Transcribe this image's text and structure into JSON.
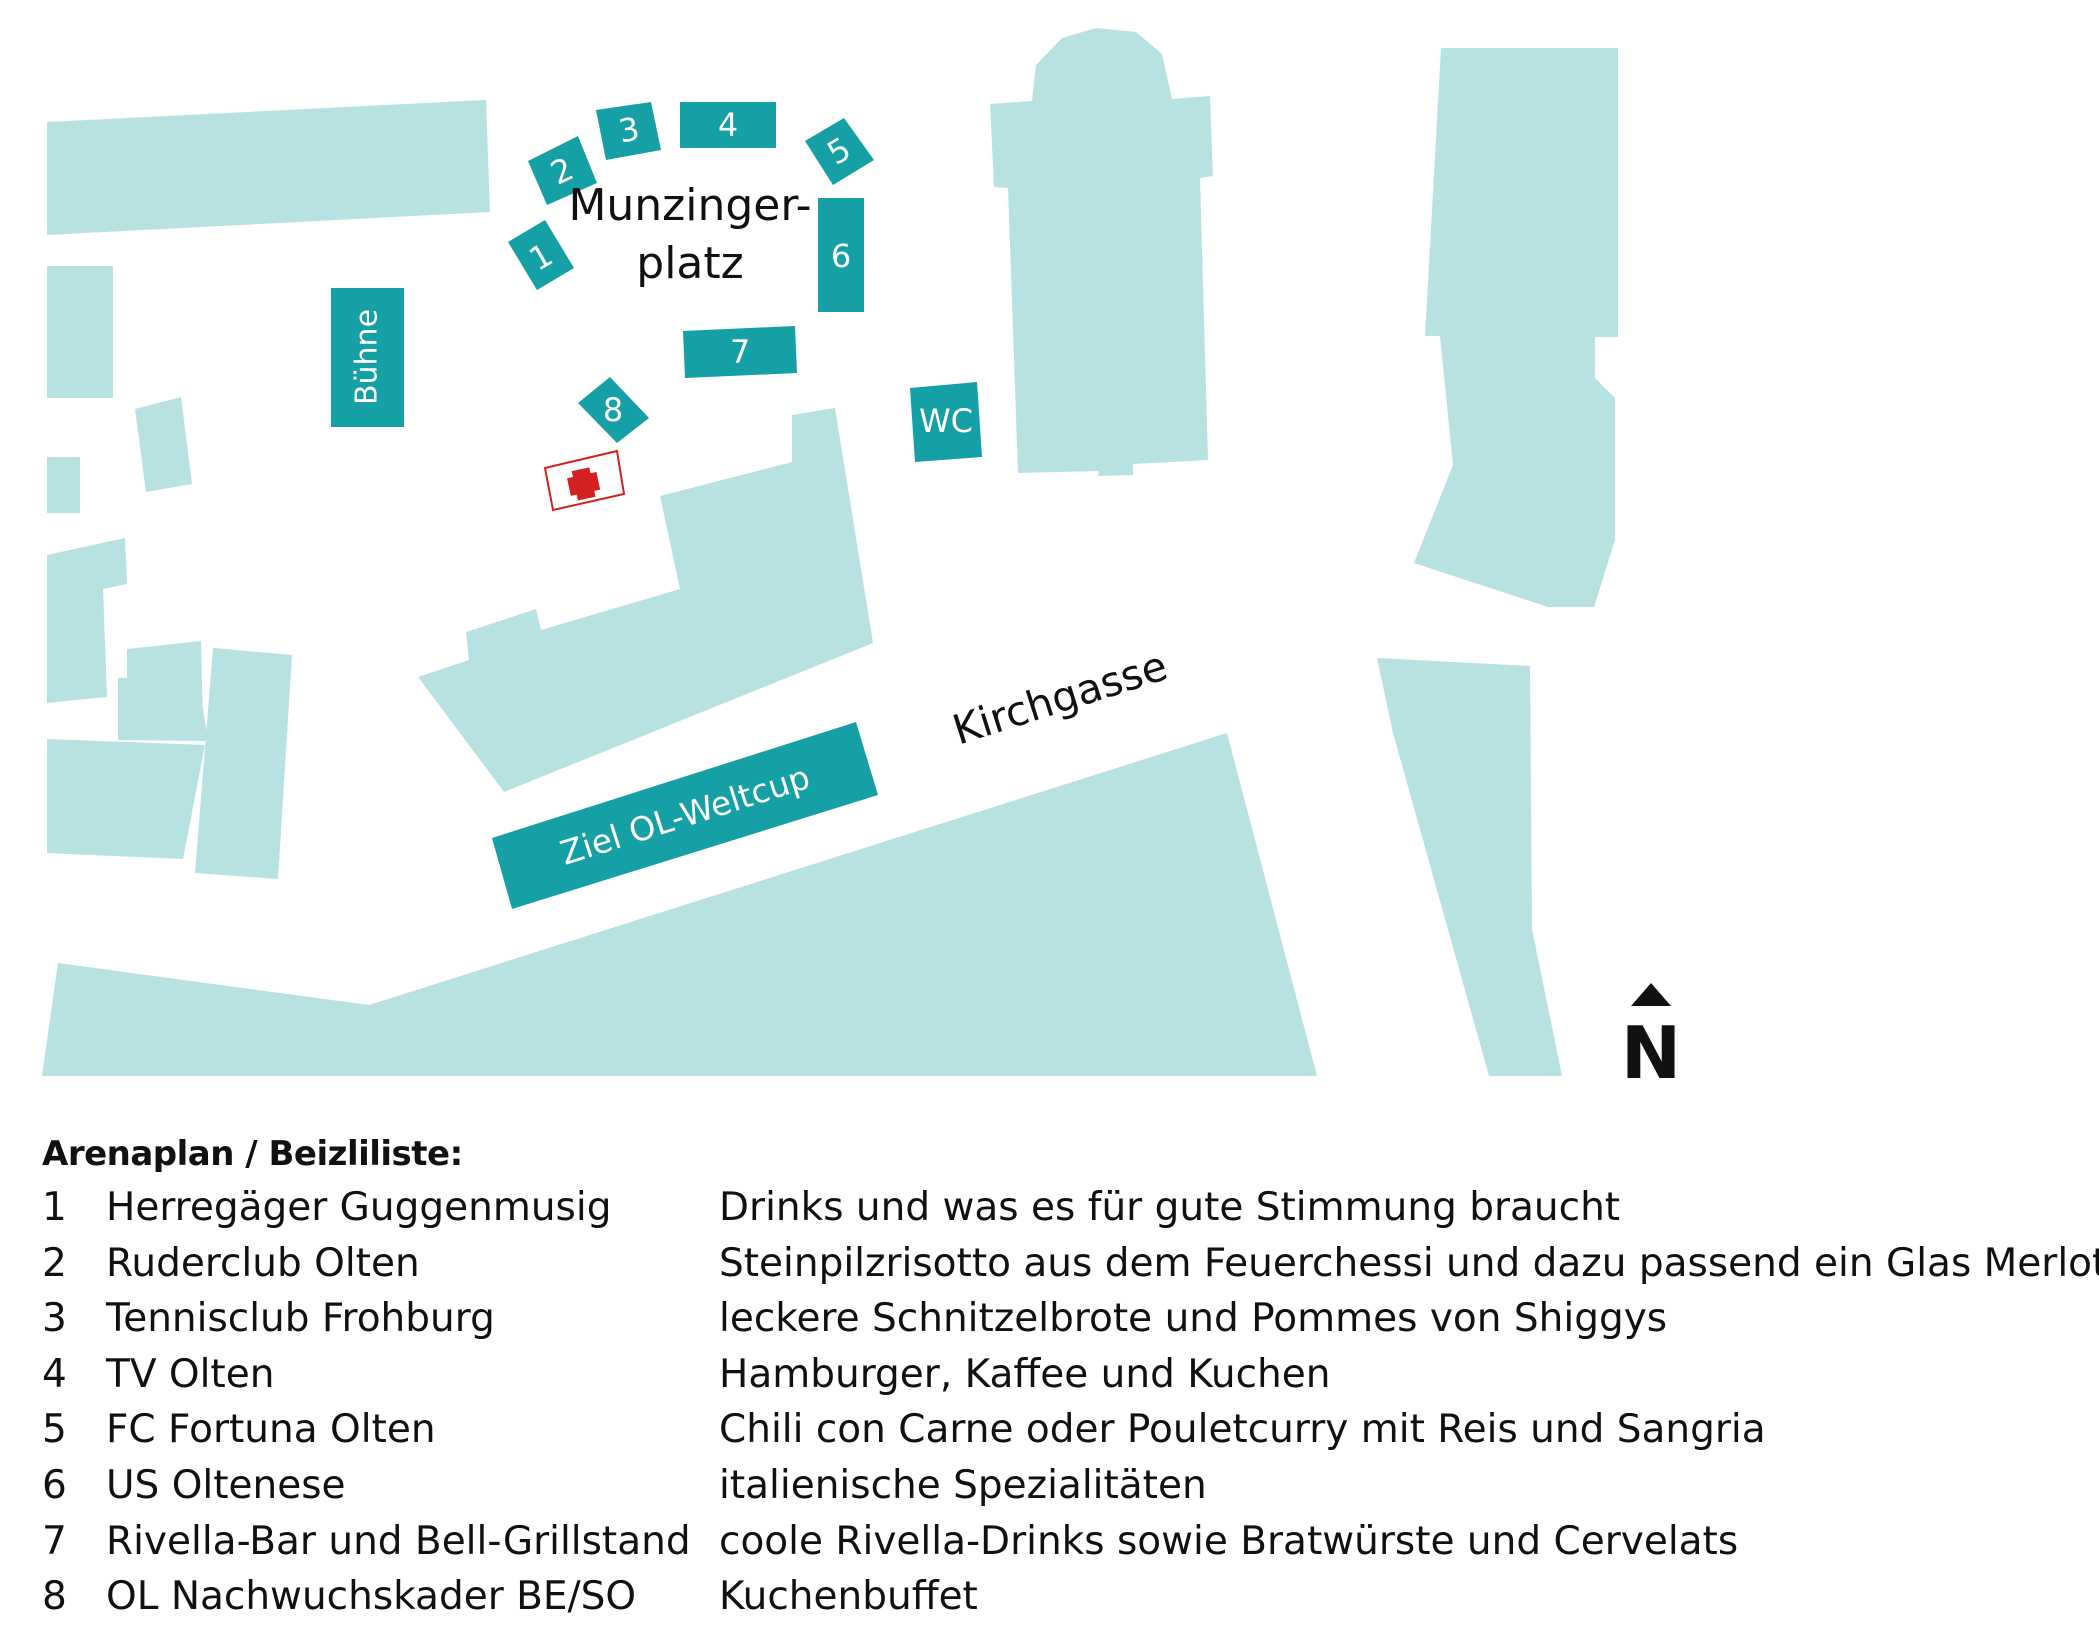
{
  "map": {
    "square_label_line1": "Munzinger-",
    "square_label_line2": "platz",
    "stage_label": "Bühne",
    "wc_label": "WC",
    "street_label": "Kirchgasse",
    "finish_label": "Ziel OL-Weltcup",
    "north_label": "N",
    "stand_labels": [
      "1",
      "2",
      "3",
      "4",
      "5",
      "6",
      "7",
      "8"
    ],
    "colors": {
      "building": "#b8e2e1",
      "stand": "#14a0a4",
      "first_aid": "#d42020"
    },
    "icons": [
      "first-aid-cross-icon",
      "north-arrow-icon"
    ]
  },
  "legend": {
    "title": "Arenaplan / Beizliliste:",
    "entries": [
      {
        "num": "1",
        "club": "Herregäger Guggenmusig",
        "offer": "Drinks und was es für gute Stimmung braucht"
      },
      {
        "num": "2",
        "club": "Ruderclub Olten",
        "offer": "Steinpilzrisotto aus dem Feuerchessi und dazu passend ein Glas Merlot"
      },
      {
        "num": "3",
        "club": "Tennisclub Frohburg",
        "offer": "leckere Schnitzelbrote und Pommes von Shiggys"
      },
      {
        "num": "4",
        "club": "TV Olten",
        "offer": "Hamburger, Kaffee und Kuchen"
      },
      {
        "num": "5",
        "club": "FC Fortuna Olten",
        "offer": "Chili con Carne oder Pouletcurry mit Reis und Sangria"
      },
      {
        "num": "6",
        "club": "US Oltenese",
        "offer": "italienische Spezialitäten"
      },
      {
        "num": "7",
        "club": "Rivella-Bar und Bell-Grillstand",
        "offer": "coole Rivella-Drinks sowie Bratwürste und Cervelats"
      },
      {
        "num": "8",
        "club": "OL Nachwuchskader BE/SO",
        "offer": "Kuchenbuffet"
      }
    ]
  }
}
